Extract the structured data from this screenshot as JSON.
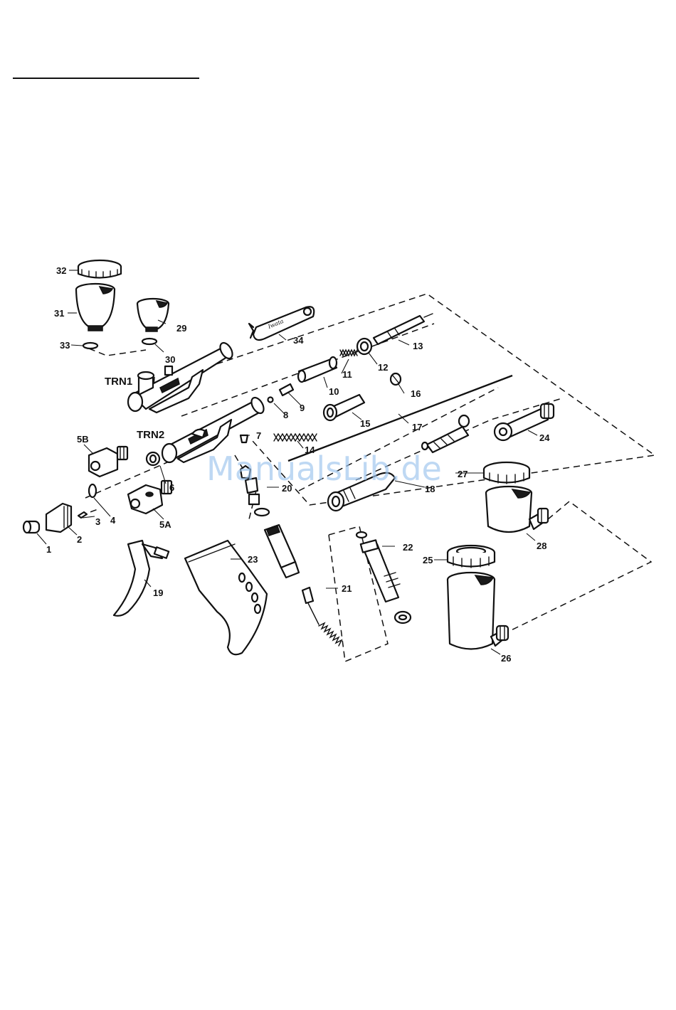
{
  "labels": {
    "l1": "1",
    "l2": "2",
    "l3": "3",
    "l4": "4",
    "l5a": "5A",
    "l5b": "5B",
    "l6": "6",
    "l7": "7",
    "l8": "8",
    "l9": "9",
    "l10": "10",
    "l11": "11",
    "l12": "12",
    "l13": "13",
    "l14": "14",
    "l15": "15",
    "l16": "16",
    "l17": "17",
    "l18": "18",
    "l19": "19",
    "l20": "20",
    "l21": "21",
    "l22": "22",
    "l23": "23",
    "l24": "24",
    "l25": "25",
    "l26": "26",
    "l27": "27",
    "l28": "28",
    "l29": "29",
    "l30": "30",
    "l31": "31",
    "l32": "32",
    "l33": "33",
    "l34": "34",
    "trn1": "TRN1",
    "trn2": "TRN2"
  },
  "wrench_brand": "Iwata",
  "watermark": "ManualsLib.de"
}
